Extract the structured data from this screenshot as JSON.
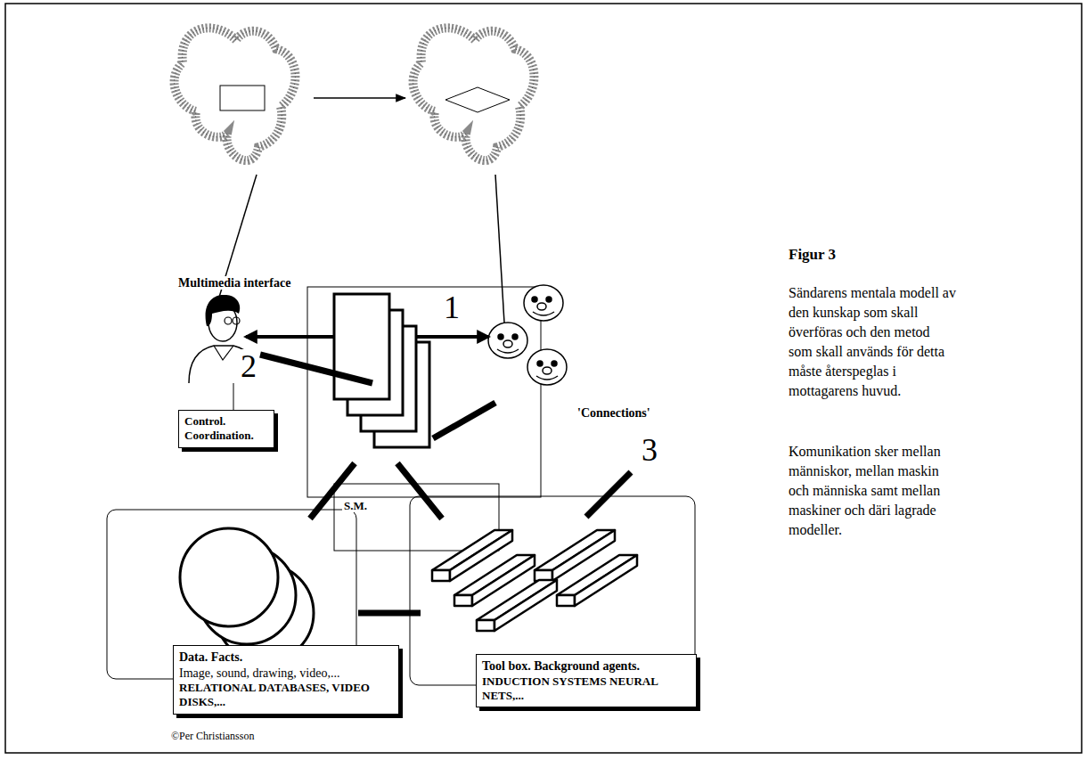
{
  "diagram": {
    "title": "Figur 3",
    "caption": "Sändarens mentala modell av den kunskap som skall överföras och den metod som skall används för detta måste återspeglas i mottagarens huvud.",
    "nodes": [
      {
        "text": [
          "Control. Coordination."
        ]
      },
      {
        "text": [
          "Data. Facts.",
          "Image, sound, drawing, video,...",
          "RELATIONAL DATABASES, VIDEO DISKS,..."
        ]
      },
      {
        "text": [
          "Tool box. Background agents.",
          "INDUCTION SYSTEMS NEURAL NETS,..."
        ]
      }
    ],
    "labels": [
      "Multimedia interface",
      "1",
      "2",
      "'Connections'",
      "3",
      "S.M.",
      "©Per Christiansson",
      "Komunikation sker mellan människor, mellan maskin och människa samt mellan maskiner och däri lagrade modeller."
    ]
  }
}
